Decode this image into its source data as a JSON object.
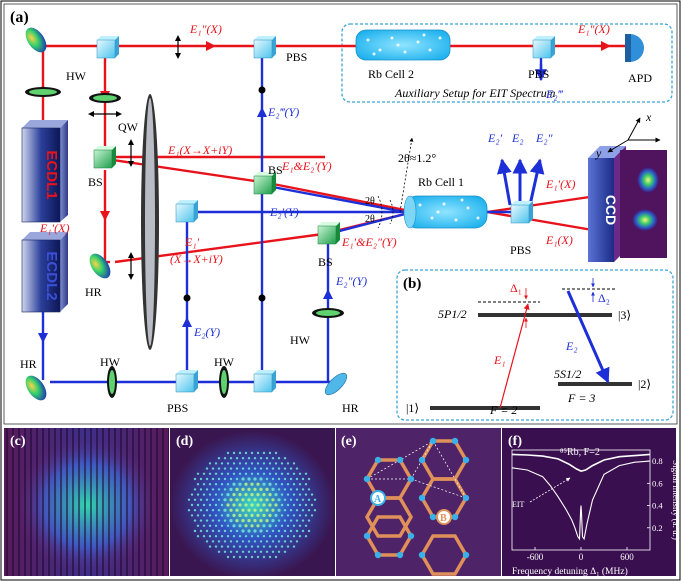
{
  "panels": {
    "a": "(a)",
    "b": "(b)",
    "c": "(c)",
    "d": "(d)",
    "e": "(e)",
    "f": "(f)"
  },
  "setup": {
    "pbs": "PBS",
    "hw": "HW",
    "qw": "QW",
    "bs": "BS",
    "hr": "HR",
    "apd": "APD",
    "ccd": "CCD",
    "rb_cell_1": "Rb Cell 1",
    "rb_cell_2": "Rb Cell 2",
    "ecdl1": "ECDL1",
    "ecdl2": "ECDL2",
    "auxiliary": "Auxiliary Setup for EIT Spectrum",
    "angle": "2θ≈1.2°",
    "theta": "2θ",
    "axis_x": "x",
    "axis_y": "y",
    "beams": {
      "e1pp_x_top": "E₁″(X)",
      "e1pp_x_right": "E₁″(X)",
      "e2ppp_bottom": "E₂‴",
      "e2ppp_y": "E₂‴(Y)",
      "e1_x_to_x_iy": "E₁(X→X+iY)",
      "e1_e2p_y": "E₁&E₂′(Y)",
      "e2p_y": "E₂′(Y)",
      "e1p_e2pp_y": "E₁′&E₂″(Y)",
      "e1p_x_left": "E₁′(X)",
      "e1p_lower": "E₁′",
      "x_to_x_iy": "(X→X+iY)",
      "e2pp_y": "E₂″(Y)",
      "e2_y": "E₂(Y)",
      "out_e2p": "E₂′",
      "out_e2": "E₂",
      "out_e2pp": "E₂″",
      "out_e1p_x": "E₁′(X)",
      "out_e1_x": "E₁(X)"
    }
  },
  "levels": {
    "p_state": "5P1/2",
    "s_state": "5S1/2",
    "ket3": "|3⟩",
    "ket2": "|2⟩",
    "ket1": "|1⟩",
    "f2": "F = 2",
    "f3": "F = 3",
    "delta1": "Δ₁",
    "delta2": "Δ₂",
    "e1": "E₁",
    "e2": "E₂"
  },
  "lattice": {
    "site_a": "A",
    "site_b": "B"
  },
  "colors": {
    "red_beam": "#e8121b",
    "blue_beam": "#1d2fd6",
    "dashed_box": "#3aa3d6",
    "hex_bond": "#e0915a",
    "site": "#3ab0e8"
  },
  "chart_data": {
    "type": "line",
    "title": "⁸⁵Rb, F=2",
    "xlabel": "Frequency detuning Δ₁ (MHz)",
    "ylabel": "Signal intensity (a. u.)",
    "xlim": [
      -900,
      900
    ],
    "ylim": [
      0,
      0.9
    ],
    "xticks": [
      -600,
      0,
      600
    ],
    "yticks": [
      0.2,
      0.4,
      0.6,
      0.8
    ],
    "annotation": "EIT",
    "series": [
      {
        "x": [
          -900,
          -700,
          -500,
          -300,
          -150,
          -60,
          0,
          60,
          150,
          300,
          500,
          700,
          900
        ],
        "y": [
          0.86,
          0.855,
          0.845,
          0.82,
          0.77,
          0.73,
          0.71,
          0.72,
          0.76,
          0.81,
          0.84,
          0.85,
          0.86
        ]
      },
      {
        "x": [
          -900,
          -700,
          -500,
          -400,
          -300,
          -200,
          -120,
          -80,
          -40,
          -20,
          -5,
          0,
          5,
          20,
          40,
          80,
          150,
          300,
          500,
          700,
          900
        ],
        "y": [
          0.74,
          0.72,
          0.66,
          0.58,
          0.48,
          0.37,
          0.27,
          0.2,
          0.12,
          0.1,
          0.35,
          0.4,
          0.35,
          0.12,
          0.1,
          0.24,
          0.45,
          0.68,
          0.76,
          0.79,
          0.8
        ]
      }
    ]
  }
}
